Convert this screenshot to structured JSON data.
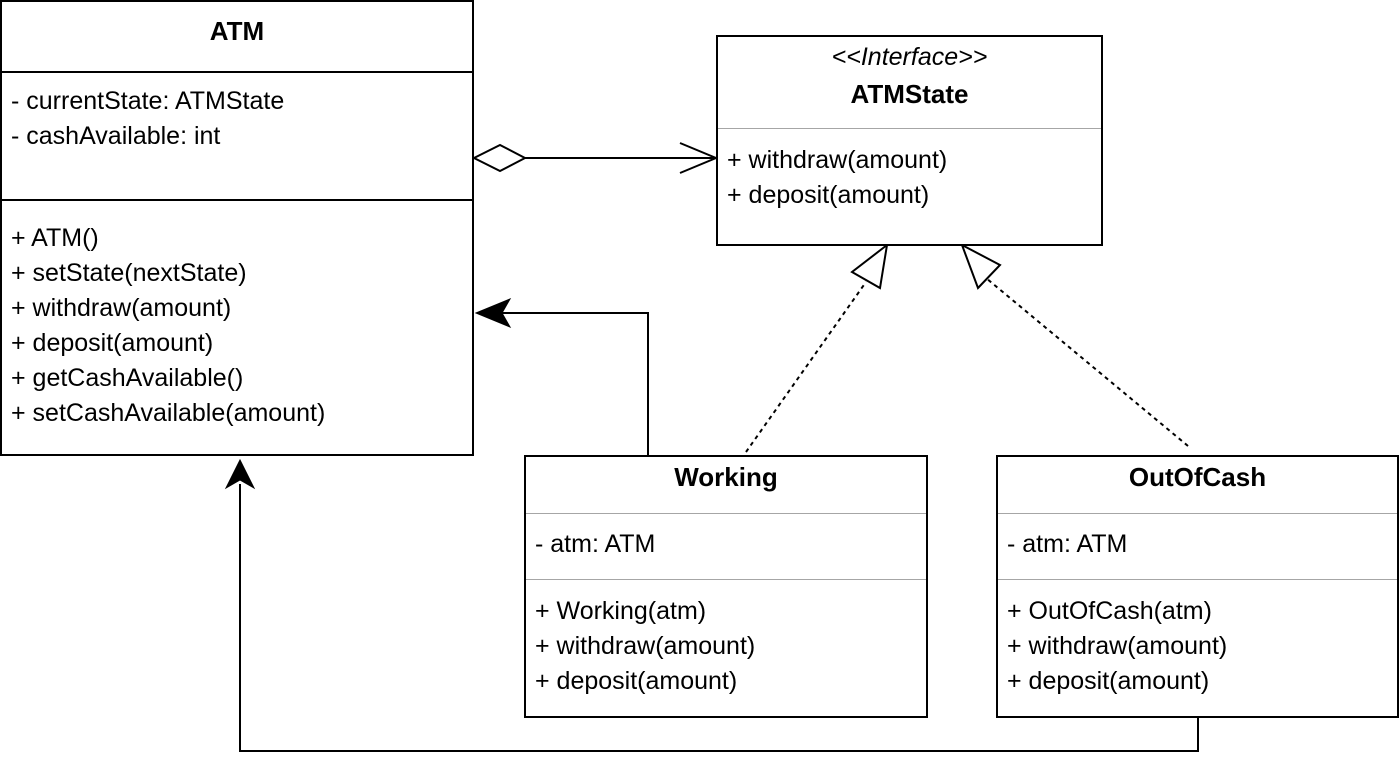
{
  "classes": {
    "atm": {
      "name": "ATM",
      "attributes": [
        "- currentState: ATMState",
        "- cashAvailable: int"
      ],
      "methods": [
        "+ ATM()",
        "+ setState(nextState)",
        "+ withdraw(amount)",
        "+ deposit(amount)",
        "+ getCashAvailable()",
        "+ setCashAvailable(amount)"
      ]
    },
    "atm_state": {
      "stereotype": "<<Interface>>",
      "name": "ATMState",
      "methods": [
        "+ withdraw(amount)",
        "+ deposit(amount)"
      ]
    },
    "working": {
      "name": "Working",
      "attributes": [
        "- atm: ATM"
      ],
      "methods": [
        "+ Working(atm)",
        "+ withdraw(amount)",
        "+ deposit(amount)"
      ]
    },
    "out_of_cash": {
      "name": "OutOfCash",
      "attributes": [
        "- atm: ATM"
      ],
      "methods": [
        "+ OutOfCash(atm)",
        "+ withdraw(amount)",
        "+ deposit(amount)"
      ]
    }
  },
  "relations": [
    {
      "type": "aggregation",
      "from": "ATM",
      "to": "ATMState"
    },
    {
      "type": "realization",
      "from": "Working",
      "to": "ATMState"
    },
    {
      "type": "realization",
      "from": "OutOfCash",
      "to": "ATMState"
    },
    {
      "type": "association",
      "from": "Working",
      "to": "ATM"
    },
    {
      "type": "association",
      "from": "OutOfCash",
      "to": "ATM"
    }
  ],
  "colors": {
    "stroke": "#000000",
    "divider": "#a6a6a6",
    "background": "#ffffff"
  }
}
